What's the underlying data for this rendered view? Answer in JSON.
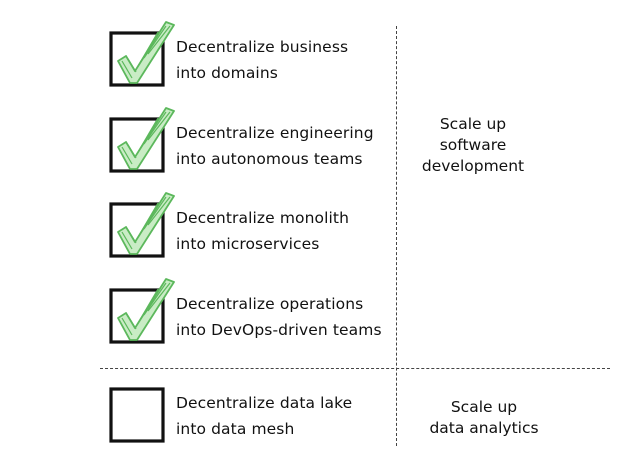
{
  "items": [
    {
      "line1": "Decentralize business",
      "line2": "into domains",
      "checked": true
    },
    {
      "line1": "Decentralize engineering",
      "line2": "into autonomous teams",
      "checked": true
    },
    {
      "line1": "Decentralize monolith",
      "line2": "into microservices",
      "checked": true
    },
    {
      "line1": "Decentralize operations",
      "line2": "into DevOps-driven teams",
      "checked": true
    },
    {
      "line1": "Decentralize data lake",
      "line2": "into data mesh",
      "checked": false
    }
  ],
  "groups": {
    "software": {
      "line1": "Scale up",
      "line2": "software",
      "line3": "development"
    },
    "analytics": {
      "line1": "Scale up",
      "line2": "data analytics"
    }
  },
  "colors": {
    "check_stroke": "#5cb85c",
    "check_fill": "#c9ecc5",
    "box_stroke": "#111111"
  }
}
